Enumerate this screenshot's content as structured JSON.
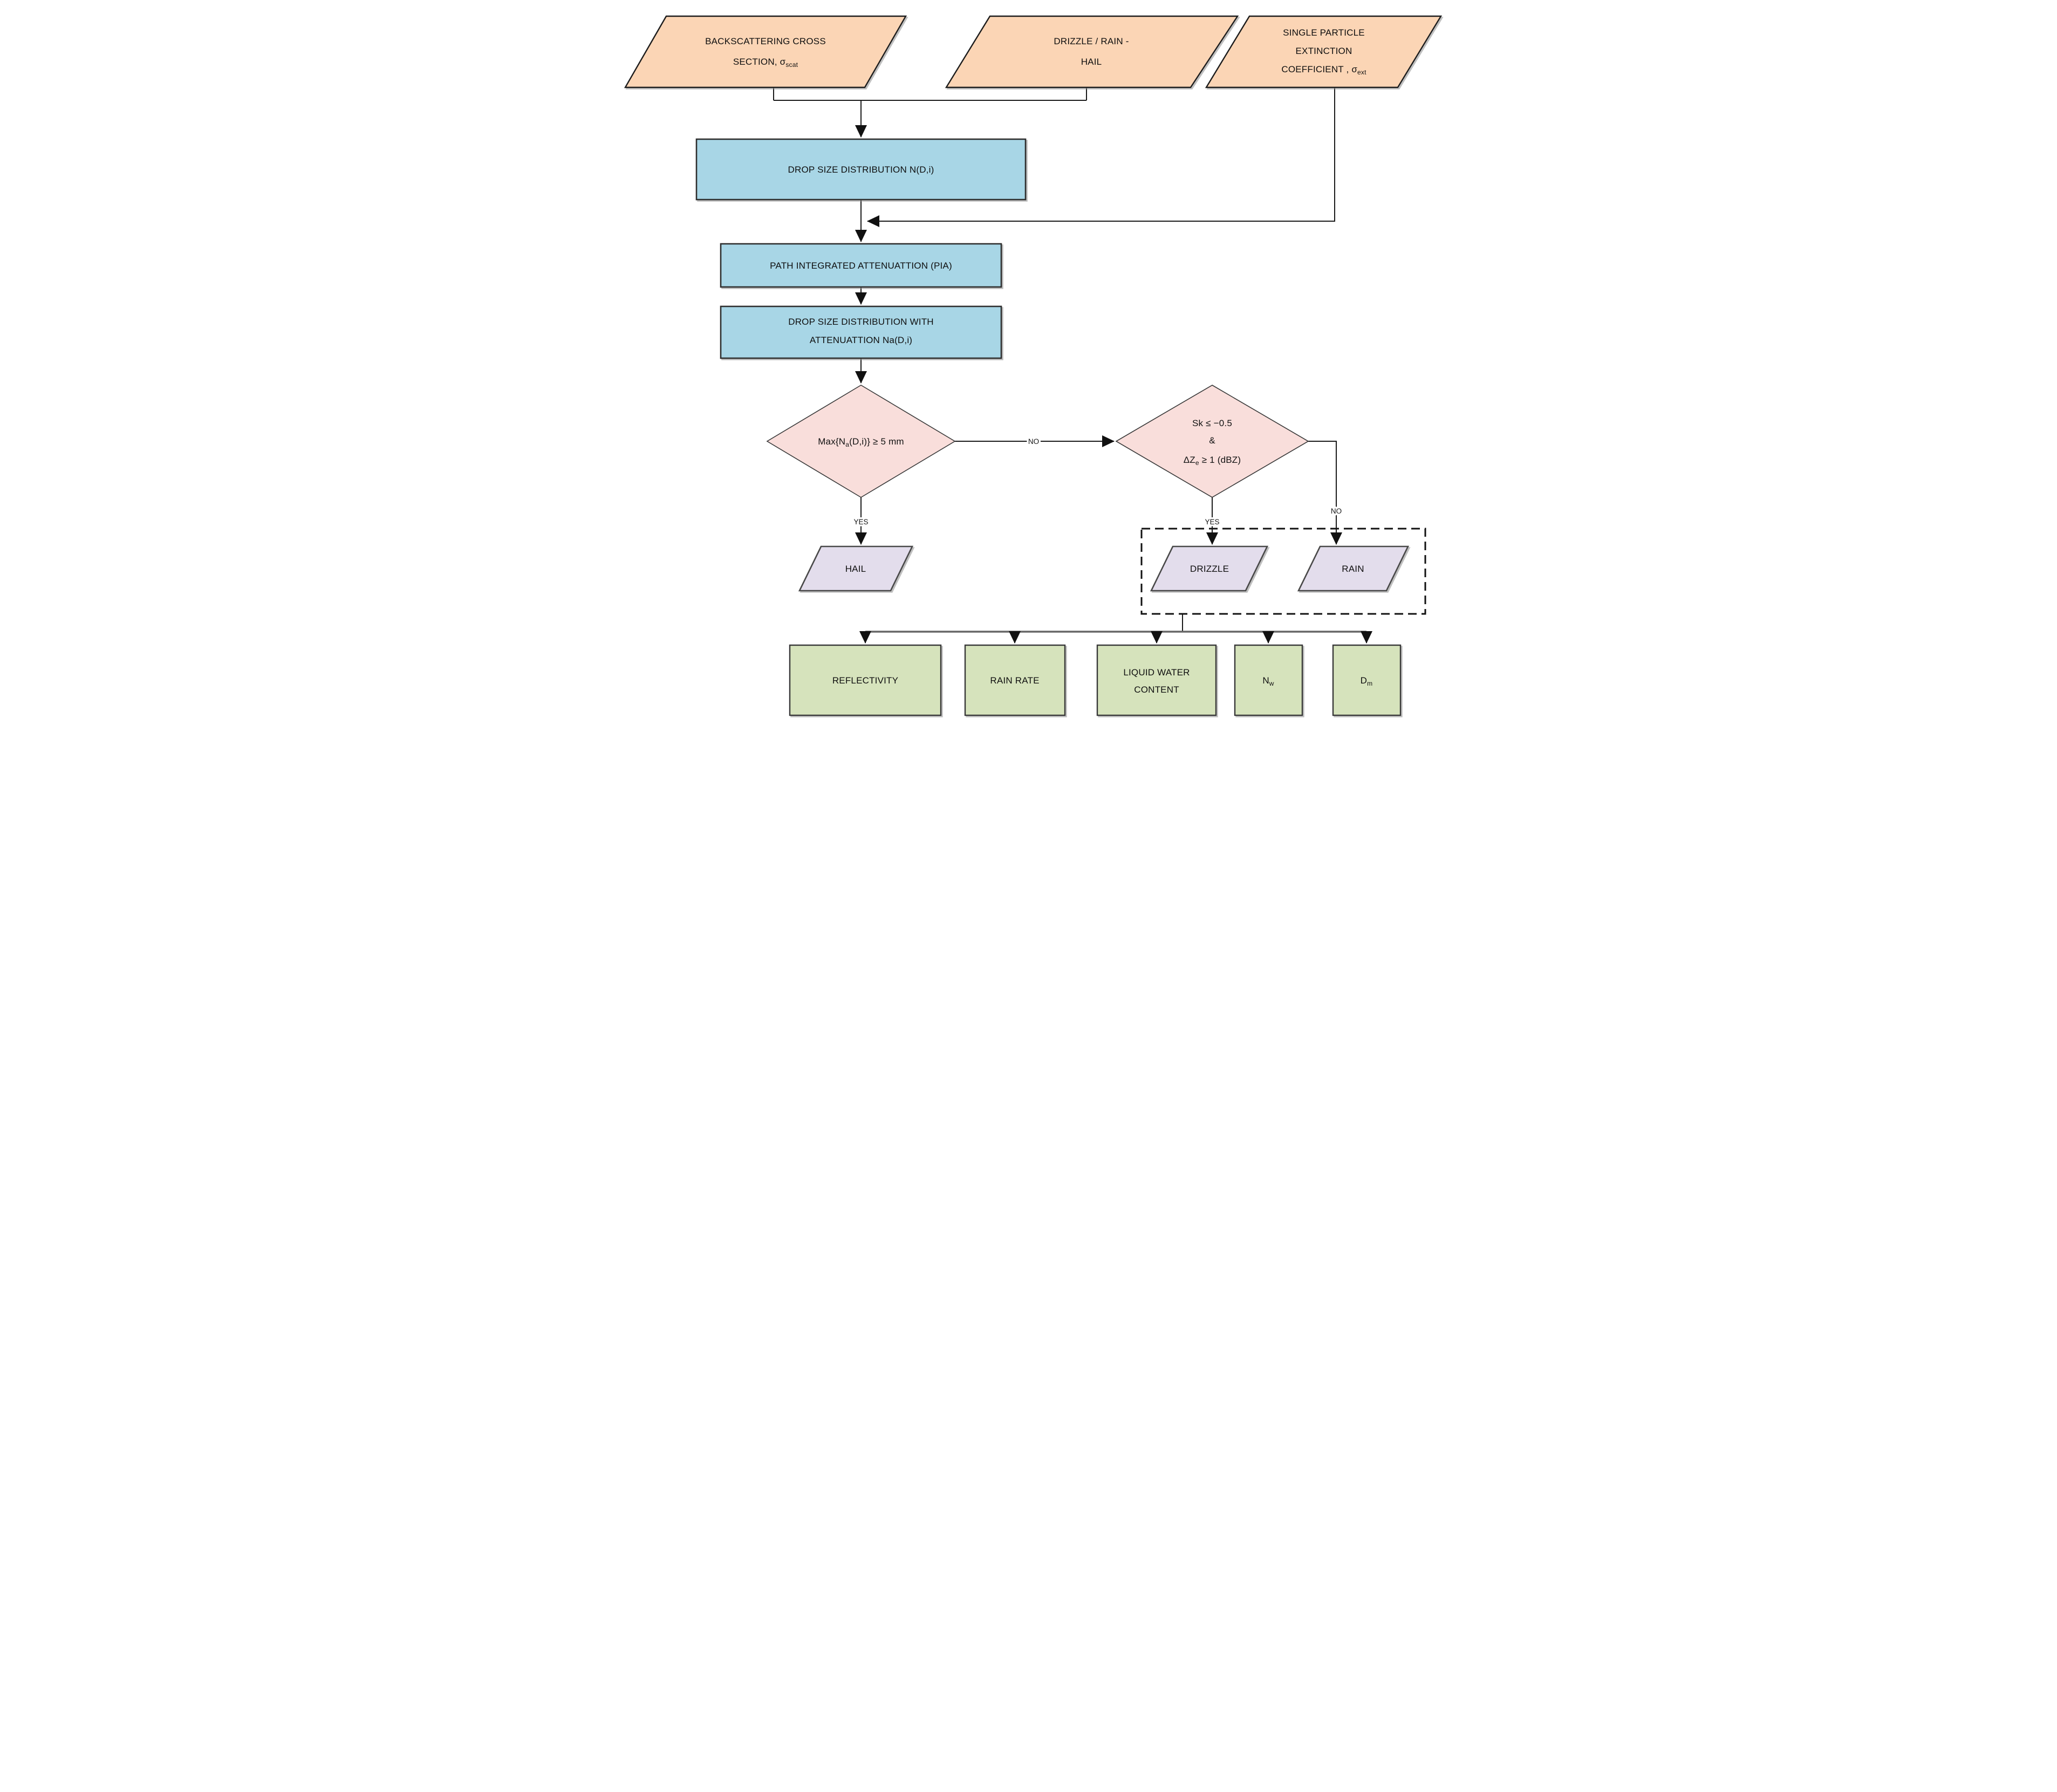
{
  "diagram": {
    "colors": {
      "input_fill": "#FBD5B5",
      "process_fill": "#A8D6E6",
      "decision_fill": "#F9DEDB",
      "output_fill": "#E3DDEC",
      "product_fill": "#D6E3BC",
      "line": "#1a1a1a"
    },
    "nodes": {
      "backscattering": {
        "line1": "BACKSCATTERING CROSS",
        "line2_main": "SECTION, σ",
        "line2_sub": "scat"
      },
      "drizzle_rain_hail": {
        "line1": "DRIZZLE / RAIN -",
        "line2": "HAIL"
      },
      "extinction": {
        "line1": "SINGLE PARTICLE",
        "line2": "EXTINCTION",
        "line3_main": "COEFFICIENT , σ",
        "line3_sub": "ext"
      },
      "dsd": {
        "label": "DROP SIZE DISTRIBUTION N(D,i)"
      },
      "pia": {
        "label": "PATH INTEGRATED ATTENUATTION (PIA)"
      },
      "dsd_att": {
        "line1": "DROP SIZE DISTRIBUTION WITH",
        "line2": "ATTENUATTION Na(D,i)"
      },
      "hail_decision": {
        "main": "Max{N",
        "sub": "a",
        "post": "(D,i)} ≥ 5 mm"
      },
      "rain_decision": {
        "line1": "Sk ≤ −0.5",
        "line2": "&",
        "line3_main": "ΔZ",
        "line3_sub": "e",
        "line3_post": " ≥ 1 (dBZ)"
      },
      "hail": {
        "label": "HAIL"
      },
      "drizzle": {
        "label": "DRIZZLE"
      },
      "rain": {
        "label": "RAIN"
      },
      "reflectivity": {
        "label": "REFLECTIVITY"
      },
      "rain_rate": {
        "label": "RAIN RATE"
      },
      "lwc": {
        "line1": "LIQUID WATER",
        "line2": "CONTENT"
      },
      "nw": {
        "main": "N",
        "sub": "w"
      },
      "dm": {
        "main": "D",
        "sub": "m"
      }
    },
    "edge_labels": {
      "hail_yes": "YES",
      "hail_no": "NO",
      "drizzle_yes": "YES",
      "rain_no": "NO"
    }
  }
}
